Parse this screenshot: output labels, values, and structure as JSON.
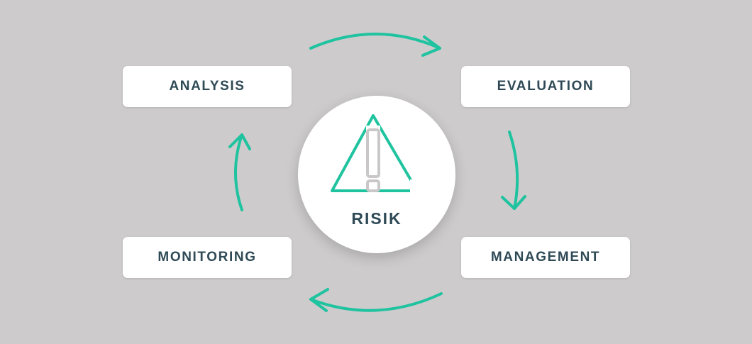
{
  "diagram": {
    "center_label": "RISIK",
    "center_icon": "warning-triangle-icon",
    "steps": {
      "analysis": "ANALYSIS",
      "evaluation": "EVALUATION",
      "management": "MANAGEMENT",
      "monitoring": "MONITORING"
    },
    "flow": [
      "ANALYSIS",
      "EVALUATION",
      "MANAGEMENT",
      "MONITORING"
    ],
    "colors": {
      "background": "#cdcbcc",
      "accent": "#1fc39f",
      "text": "#2f4a56",
      "icon_gray": "#c9c7c8"
    }
  }
}
